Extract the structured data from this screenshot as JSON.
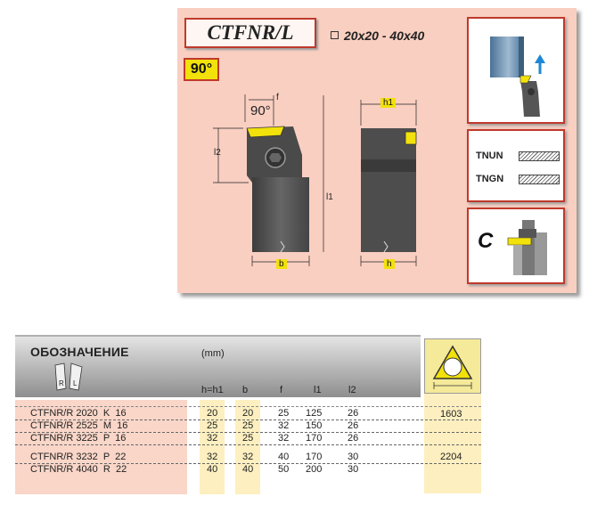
{
  "header": {
    "model": "CTFNR/L",
    "angle": "90°",
    "shank_range": "20x20 - 40x40"
  },
  "drawing": {
    "angle_label": "90°",
    "dims": [
      "f",
      "l2",
      "l1",
      "b",
      "h1",
      "h"
    ]
  },
  "inserts": [
    {
      "code": "TNUN"
    },
    {
      "code": "TNGN"
    }
  ],
  "clamp_type": "C",
  "table": {
    "designation_label": "ОБОЗНАЧЕНИЕ",
    "hand_labels": [
      "R",
      "L"
    ],
    "unit": "(mm)",
    "columns": [
      "h=h1",
      "b",
      "f",
      "l1",
      "l2"
    ],
    "rows": [
      {
        "code": "CTFNR/R 2020  K  16",
        "h": "20",
        "b": "20",
        "f": "25",
        "l1": "125",
        "l2": "26"
      },
      {
        "code": "CTFNR/R 2525  M  16",
        "h": "25",
        "b": "25",
        "f": "32",
        "l1": "150",
        "l2": "26"
      },
      {
        "code": "CTFNR/R 3225  P  16",
        "h": "32",
        "b": "25",
        "f": "32",
        "l1": "170",
        "l2": "26"
      },
      {
        "code": "CTFNR/R 3232  P  22",
        "h": "32",
        "b": "32",
        "f": "40",
        "l1": "170",
        "l2": "30"
      },
      {
        "code": "CTFNR/R 4040  R  22",
        "h": "40",
        "b": "40",
        "f": "50",
        "l1": "200",
        "l2": "30"
      }
    ],
    "insert_refs": [
      "1603",
      "2204"
    ]
  },
  "colors": {
    "panel_bg": "#f9cfc1",
    "frame_red": "#c0392b",
    "highlight_yellow": "#f2e10a",
    "band_yellow": "#fdefc0"
  }
}
